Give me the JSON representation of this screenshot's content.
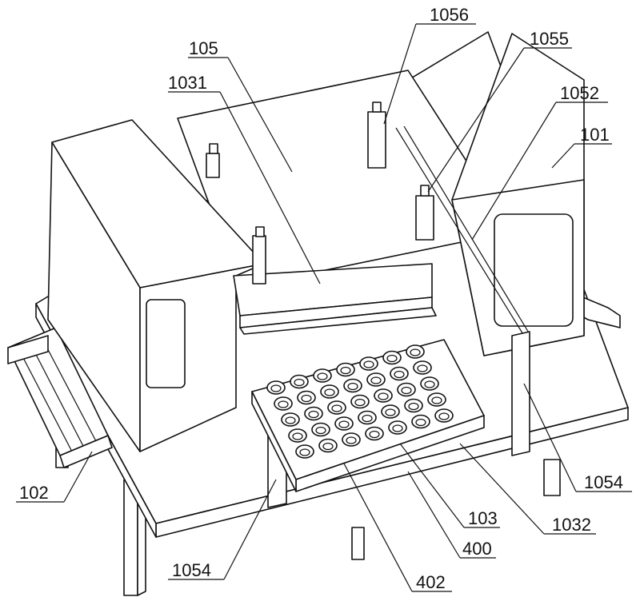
{
  "figure": {
    "title": "Patent drawing of machine assembly",
    "labels": {
      "l1056": "1056",
      "l105": "105",
      "l1055": "1055",
      "l1031": "1031",
      "l1052": "1052",
      "l101": "101",
      "l102": "102",
      "l1054_right": "1054",
      "l103": "103",
      "l1032": "1032",
      "l400": "400",
      "l1054_left": "1054",
      "l402": "402"
    }
  }
}
